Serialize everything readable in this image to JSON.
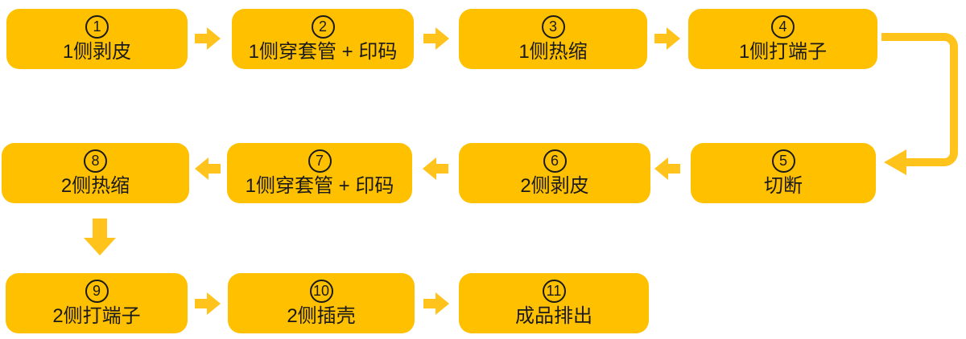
{
  "diagram": {
    "colors": {
      "box": "#FFC000",
      "arrow": "#FFC31C",
      "text": "#1A1A1A",
      "background": "#FFFFFF"
    },
    "steps": [
      {
        "number": "1",
        "label": "1侧剥皮"
      },
      {
        "number": "2",
        "label": "1侧穿套管 + 印码"
      },
      {
        "number": "3",
        "label": "1侧热缩"
      },
      {
        "number": "4",
        "label": "1侧打端子"
      },
      {
        "number": "5",
        "label": "切断"
      },
      {
        "number": "6",
        "label": "2侧剥皮"
      },
      {
        "number": "7",
        "label": "1侧穿套管 + 印码"
      },
      {
        "number": "8",
        "label": "2侧热缩"
      },
      {
        "number": "9",
        "label": "2侧打端子"
      },
      {
        "number": "10",
        "label": "2侧插壳"
      },
      {
        "number": "11",
        "label": "成品排出"
      }
    ],
    "edges": [
      [
        "1",
        "2"
      ],
      [
        "2",
        "3"
      ],
      [
        "3",
        "4"
      ],
      [
        "4",
        "5"
      ],
      [
        "5",
        "6"
      ],
      [
        "6",
        "7"
      ],
      [
        "7",
        "8"
      ],
      [
        "8",
        "9"
      ],
      [
        "9",
        "10"
      ],
      [
        "10",
        "11"
      ]
    ]
  }
}
